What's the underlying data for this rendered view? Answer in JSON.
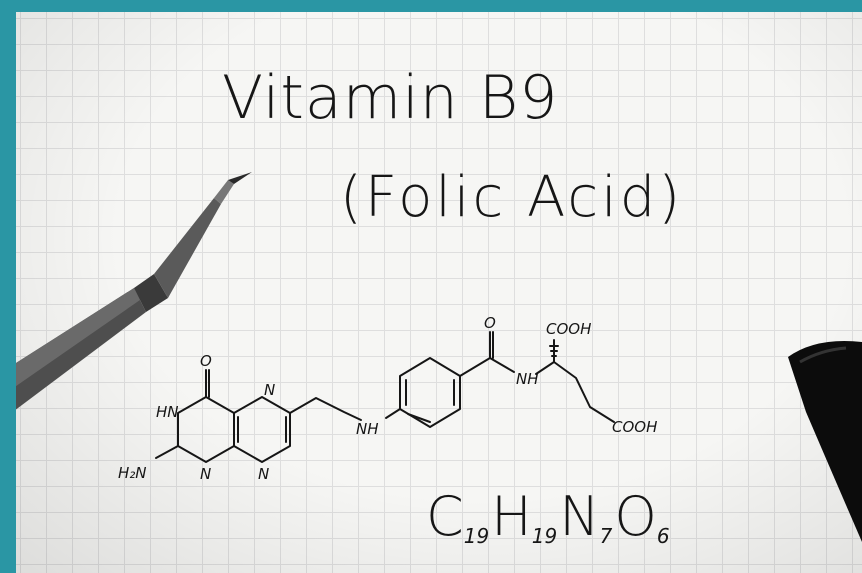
{
  "title": "Vitamin B9",
  "subtitle": "(Folic Acid)",
  "structure": {
    "labels": {
      "o_pterin": "O",
      "hn": "HN",
      "h2n": "H₂N",
      "n_top": "N",
      "n_bottom_left": "N",
      "n_bottom_right": "N",
      "nh_linker": "NH",
      "o_amide": "O",
      "nh_amide": "NH",
      "cooh_top": "COOH",
      "cooh_bottom": "COOH"
    }
  },
  "formula": {
    "parts": [
      {
        "el": "C",
        "n": "19"
      },
      {
        "el": "H",
        "n": "19"
      },
      {
        "el": "N",
        "n": "7"
      },
      {
        "el": "O",
        "n": "6"
      }
    ]
  }
}
